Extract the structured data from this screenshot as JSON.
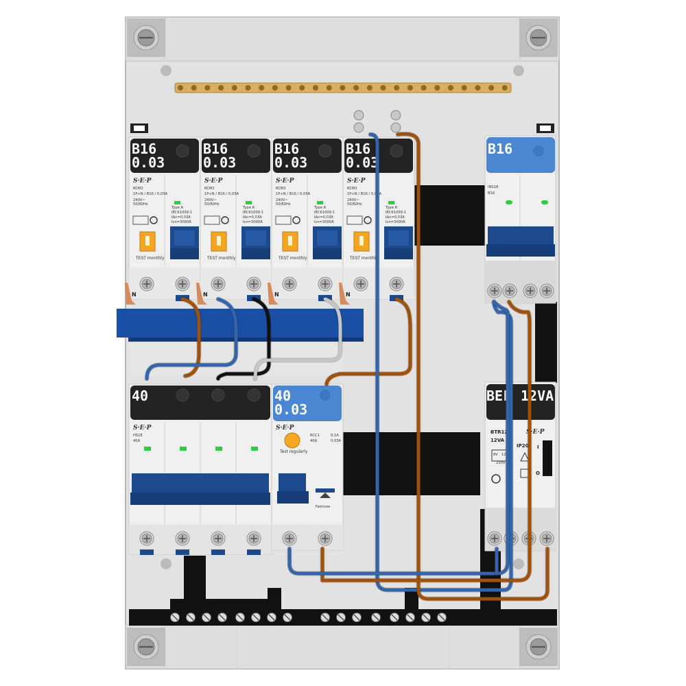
{
  "rcbo_modules": [
    {
      "rating": "B16",
      "sensitivity": "0.03",
      "brand": "S·E·P",
      "model": "RCM2",
      "spec": "1P+N / B16 / 0,03A",
      "voltage": "240V~",
      "freq": "50/60Hz",
      "type": "Type A",
      "std": "IEC61009-1",
      "idn": "IΔn=0,03A",
      "icn": "Icn=3000A",
      "test": "TEST monthly",
      "neutral": "N"
    },
    {
      "rating": "B16",
      "sensitivity": "0.03",
      "brand": "S·E·P",
      "model": "RCM2",
      "spec": "1P+N / B16 / 0,03A",
      "voltage": "240V~",
      "freq": "50/60Hz",
      "type": "Type A",
      "std": "IEC61009-1",
      "idn": "IΔn=0,03A",
      "icn": "Icn=3000A",
      "test": "TEST monthly",
      "neutral": "N"
    },
    {
      "rating": "B16",
      "sensitivity": "0.03",
      "brand": "S·E·P",
      "model": "RCM2",
      "spec": "1P+N / B16 / 0,03A",
      "voltage": "240V~",
      "freq": "50/60Hz",
      "type": "Type A",
      "std": "IEC61009-1",
      "idn": "IΔn=0,03A",
      "icn": "Icn=3000A",
      "test": "TEST monthly",
      "neutral": "N"
    },
    {
      "rating": "B16",
      "sensitivity": "0.03",
      "brand": "S·E·P",
      "model": "RCM2",
      "spec": "1P+N / B16 / 0,03A",
      "voltage": "240V~",
      "freq": "50/60Hz",
      "type": "Type A",
      "std": "IEC61009-1",
      "idn": "IΔn=0,03A",
      "icn": "Icn=3000A",
      "test": "TEST monthly",
      "neutral": "N"
    }
  ],
  "isolator_module": {
    "rating": "B16",
    "model": "INS18",
    "sub": "B16"
  },
  "main_switch": {
    "rating": "40",
    "brand": "S·E·P",
    "model": "HS1E",
    "sub": "40A"
  },
  "rccb_module": {
    "rating": "40",
    "sensitivity": "0.03",
    "brand": "S·E·P",
    "model": "RCC1",
    "sub": "40A",
    "right_top": "0,1A",
    "right_sub": "0,03A",
    "test": "Test regularly",
    "switch_label": "Fastnow"
  },
  "bell_transformer": {
    "label": "BEL",
    "rating": "12VA",
    "model": "BTR12",
    "sub": "12VA",
    "ip": "IP20",
    "brand": "S·E·P",
    "v_in": "230V",
    "v_out": "8V",
    "v_out2": "12V",
    "mark_on": "I",
    "mark_off": "O"
  },
  "colors": {
    "brown": "#a0520c",
    "blue": "#3465a8",
    "black": "#111111",
    "grey": "#c6c6c6",
    "copper": "#d98a5a",
    "busbar_blue": "#1a4fa3",
    "toggle_blue": "#1d4a8c",
    "label_blue": "#4a86d1",
    "label_black": "#222222",
    "test_orange": "#f5a623",
    "indicator_green": "#2ecc40",
    "brass": "#d9b060"
  }
}
